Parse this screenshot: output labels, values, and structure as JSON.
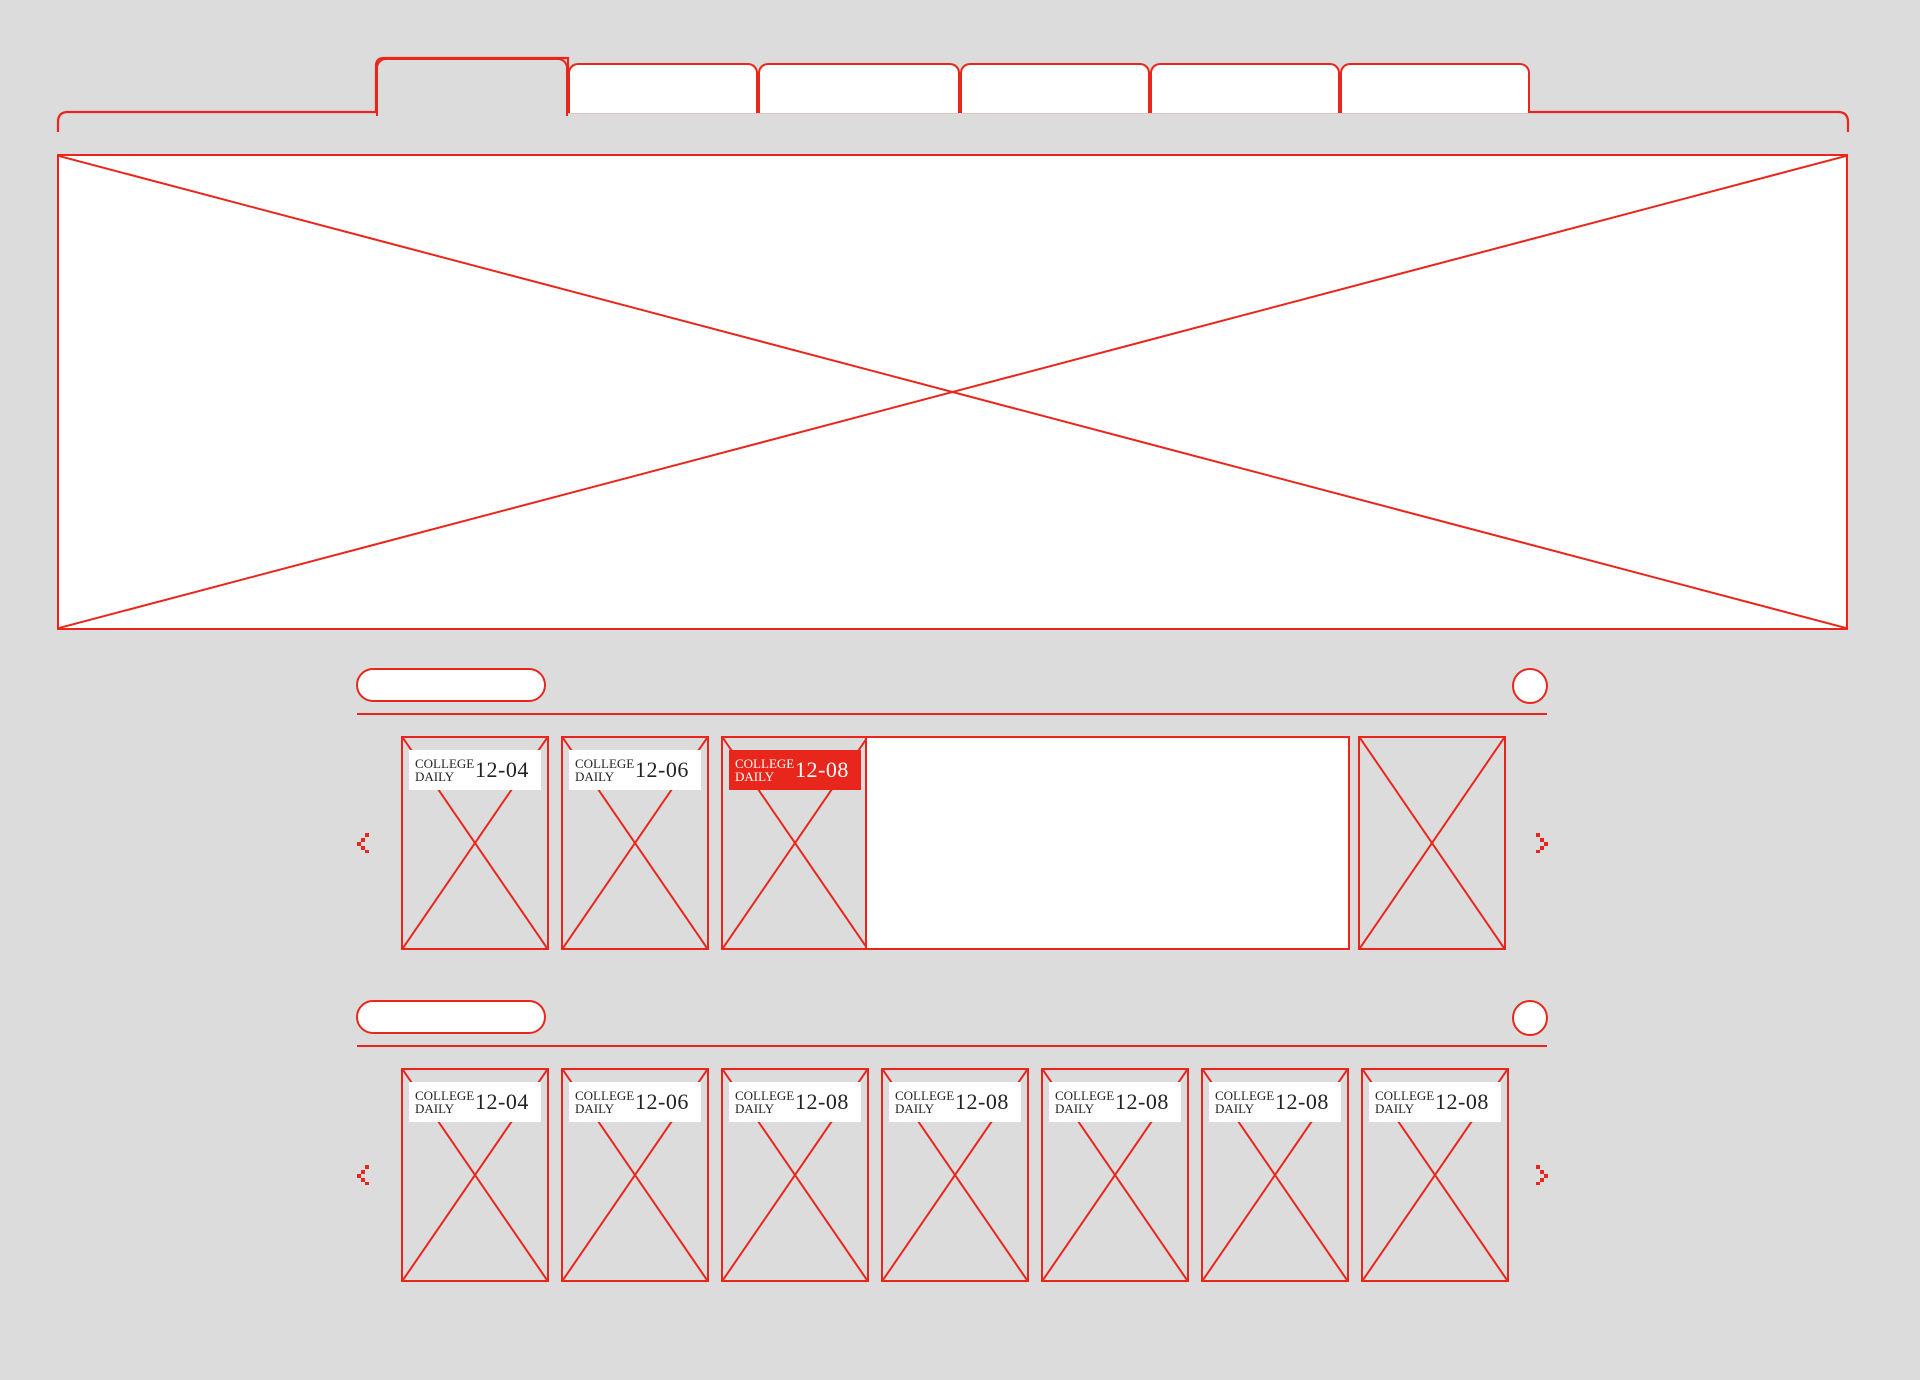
{
  "colors": {
    "accent": "#e8261c",
    "background": "#dcdcdc",
    "surface": "#ffffff"
  },
  "tabs": {
    "count": 6,
    "active_index": 0
  },
  "hero": {
    "icon": "image-placeholder-icon"
  },
  "row1": {
    "prev_icon": "chevron-left-icon",
    "next_icon": "chevron-right-icon",
    "cards": [
      {
        "brand": "COLLEGE DAILY",
        "date": "12-04",
        "active": false
      },
      {
        "brand": "COLLEGE DAILY",
        "date": "12-06",
        "active": false
      },
      {
        "brand": "COLLEGE DAILY",
        "date": "12-08",
        "active": true
      }
    ]
  },
  "row2": {
    "prev_icon": "chevron-left-icon",
    "next_icon": "chevron-right-icon",
    "cards": [
      {
        "brand": "COLLEGE DAILY",
        "date": "12-04"
      },
      {
        "brand": "COLLEGE DAILY",
        "date": "12-06"
      },
      {
        "brand": "COLLEGE DAILY",
        "date": "12-08"
      },
      {
        "brand": "COLLEGE DAILY",
        "date": "12-08"
      },
      {
        "brand": "COLLEGE DAILY",
        "date": "12-08"
      },
      {
        "brand": "COLLEGE DAILY",
        "date": "12-08"
      },
      {
        "brand": "COLLEGE DAILY",
        "date": "12-08"
      }
    ]
  }
}
